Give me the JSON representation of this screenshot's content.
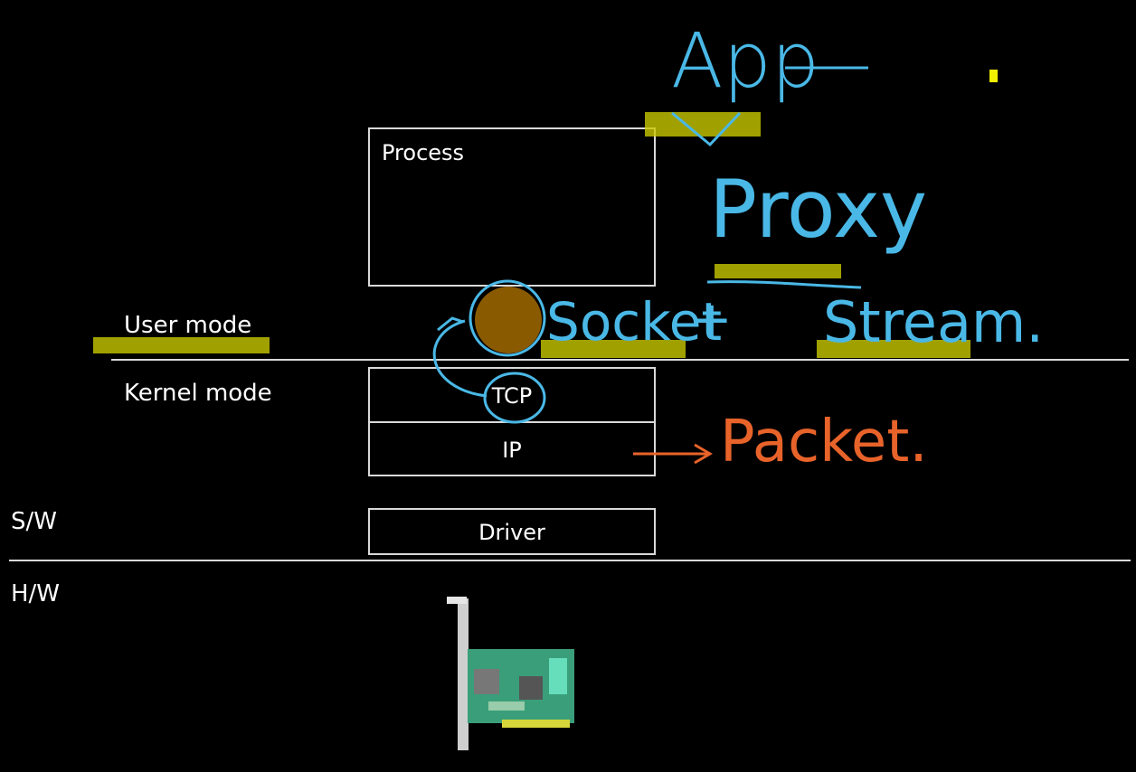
{
  "labels": {
    "user_mode": "User mode",
    "kernel_mode": "Kernel mode",
    "sw": "S/W",
    "hw": "H/W"
  },
  "boxes": {
    "process": "Process",
    "tcp": "TCP",
    "ip": "IP",
    "driver": "Driver"
  },
  "annotations": {
    "app": "App",
    "proxy": "Proxy",
    "socket": "Socket",
    "plus": "+",
    "stream": "Stream.",
    "packet": "Packet."
  },
  "colors": {
    "background": "#000000",
    "box_stroke": "#d9d9d9",
    "ink_blue": "#4ab8e6",
    "ink_orange": "#e8632a",
    "highlight": "#c8c800",
    "socket_dot": "#8a5a00"
  },
  "hardware_icon": "network-interface-card-icon"
}
